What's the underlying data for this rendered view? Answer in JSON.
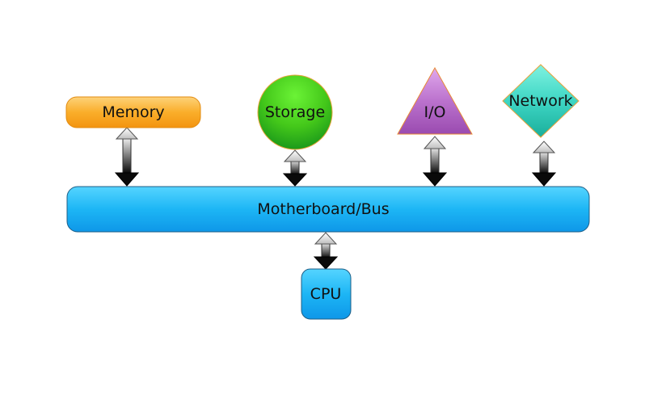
{
  "diagram": {
    "nodes": {
      "memory": {
        "label": "Memory",
        "shape": "rounded-rectangle",
        "color": "#F9A31B"
      },
      "storage": {
        "label": "Storage",
        "shape": "circle",
        "color": "#4CC21E"
      },
      "io": {
        "label": "I/O",
        "shape": "triangle",
        "color": "#B063C2"
      },
      "network": {
        "label": "Network",
        "shape": "diamond",
        "color": "#33CDB8"
      },
      "bus": {
        "label": "Motherboard/Bus",
        "shape": "rounded-rectangle",
        "color": "#18B4F2"
      },
      "cpu": {
        "label": "CPU",
        "shape": "rounded-rectangle",
        "color": "#18B4F2"
      }
    },
    "edges": [
      {
        "from": "memory",
        "to": "bus",
        "type": "bidirectional"
      },
      {
        "from": "storage",
        "to": "bus",
        "type": "bidirectional"
      },
      {
        "from": "io",
        "to": "bus",
        "type": "bidirectional"
      },
      {
        "from": "network",
        "to": "bus",
        "type": "bidirectional"
      },
      {
        "from": "bus",
        "to": "cpu",
        "type": "bidirectional"
      }
    ]
  }
}
